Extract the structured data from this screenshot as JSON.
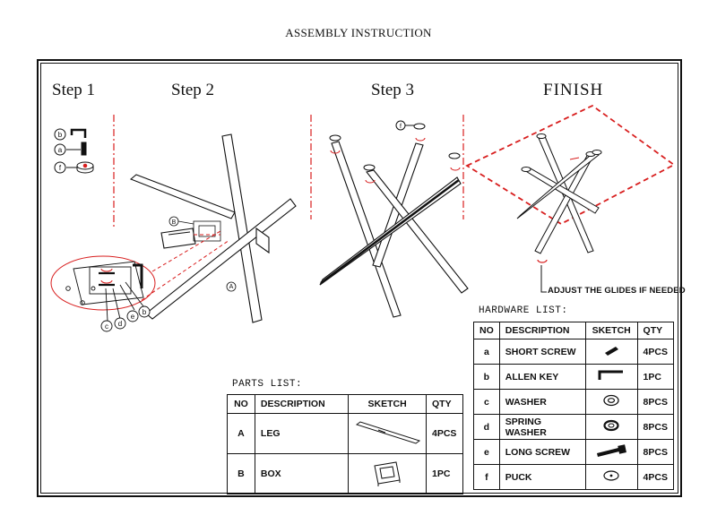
{
  "doc_title": "ASSEMBLY INSTRUCTION",
  "steps": {
    "step1": "Step 1",
    "step2": "Step 2",
    "step3": "Step 3",
    "finish": "FINISH"
  },
  "callouts": {
    "b": "b",
    "a": "a",
    "f": "f",
    "B": "B",
    "A": "A",
    "c": "c",
    "d": "d",
    "e": "e"
  },
  "note": "ADJUST THE GLIDES IF NEEDED",
  "parts_list": {
    "title": "PARTS LIST:",
    "headers": {
      "no": "NO",
      "description": "DESCRIPTION",
      "sketch": "SKETCH",
      "qty": "QTY"
    },
    "rows": [
      {
        "no": "A",
        "description": "LEG",
        "qty": "4PCS",
        "sketch_icon": "leg-icon"
      },
      {
        "no": "B",
        "description": "BOX",
        "qty": "1PC",
        "sketch_icon": "box-icon"
      }
    ]
  },
  "hardware_list": {
    "title": "HARDWARE LIST:",
    "headers": {
      "no": "NO",
      "description": "DESCRIPTION",
      "sketch": "SKETCH",
      "qty": "QTY"
    },
    "rows": [
      {
        "no": "a",
        "description": "SHORT SCREW",
        "qty": "4PCS",
        "sketch_icon": "short-screw-icon"
      },
      {
        "no": "b",
        "description": "ALLEN KEY",
        "qty": "1PC",
        "sketch_icon": "allen-key-icon"
      },
      {
        "no": "c",
        "description": "WASHER",
        "qty": "8PCS",
        "sketch_icon": "washer-icon"
      },
      {
        "no": "d",
        "description": "SPRING WASHER",
        "qty": "8PCS",
        "sketch_icon": "spring-washer-icon"
      },
      {
        "no": "e",
        "description": "LONG SCREW",
        "qty": "8PCS",
        "sketch_icon": "long-screw-icon"
      },
      {
        "no": "f",
        "description": "PUCK",
        "qty": "4PCS",
        "sketch_icon": "puck-icon"
      }
    ]
  },
  "colors": {
    "ink": "#111111",
    "guide_red": "#d81e1e"
  }
}
